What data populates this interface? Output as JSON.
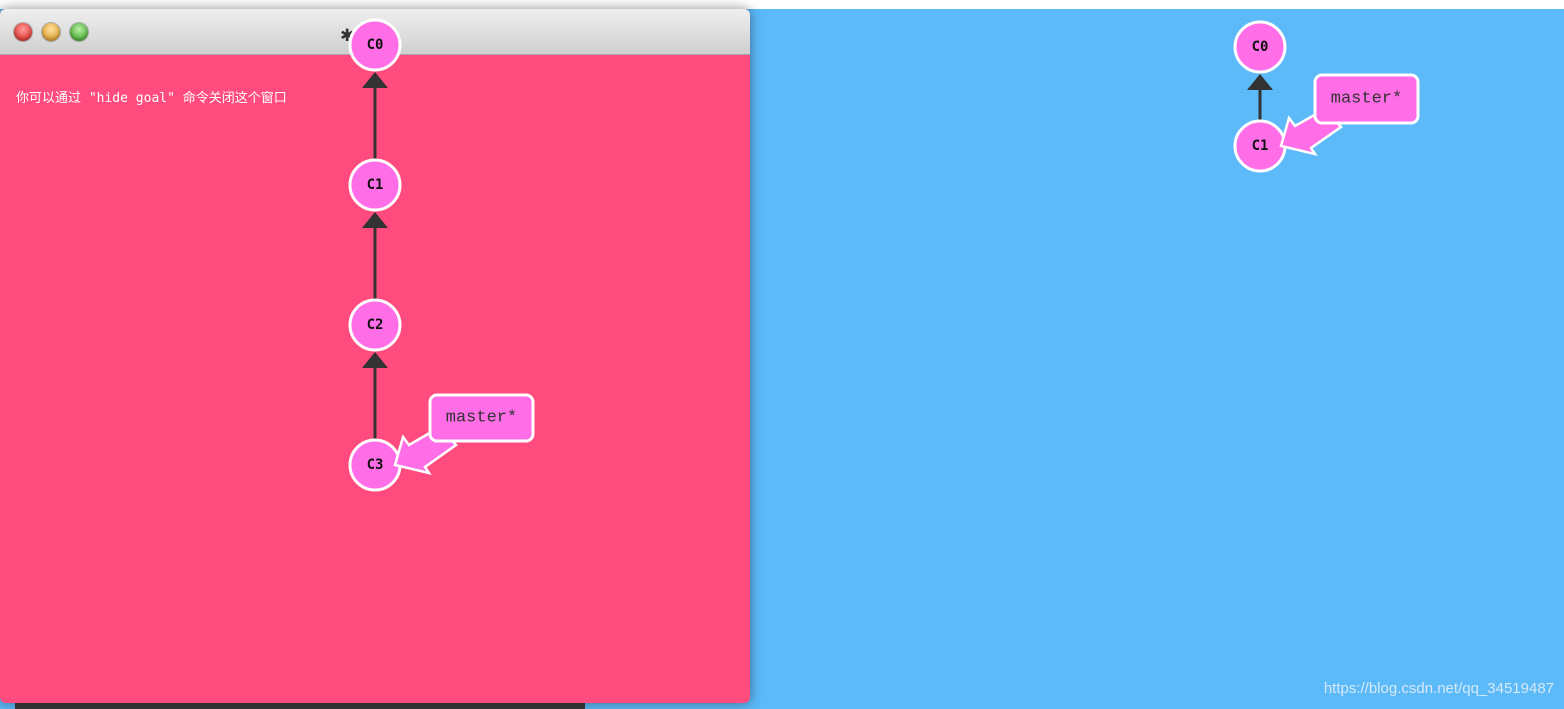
{
  "goal_window": {
    "title": "演示",
    "hint": "你可以通过 \"hide goal\" 命令关闭这个窗口",
    "buttons": [
      "close",
      "minimize",
      "maximize"
    ]
  },
  "goal_graph": {
    "commits": [
      "C0",
      "C1",
      "C2",
      "C3"
    ],
    "edges": [
      [
        "C1",
        "C0"
      ],
      [
        "C2",
        "C1"
      ],
      [
        "C3",
        "C2"
      ]
    ],
    "branch": {
      "name": "master*",
      "target": "C3"
    }
  },
  "main_graph": {
    "commits": [
      "C0",
      "C1"
    ],
    "edges": [
      [
        "C1",
        "C0"
      ]
    ],
    "branch": {
      "name": "master*",
      "target": "C1"
    }
  },
  "watermark": "https://blog.csdn.net/qq_34519487",
  "colors": {
    "canvas": "#5cbaf9",
    "goal_bg": "#ff4b7d",
    "commit": "#ff6ee6",
    "edge": "#333333"
  }
}
